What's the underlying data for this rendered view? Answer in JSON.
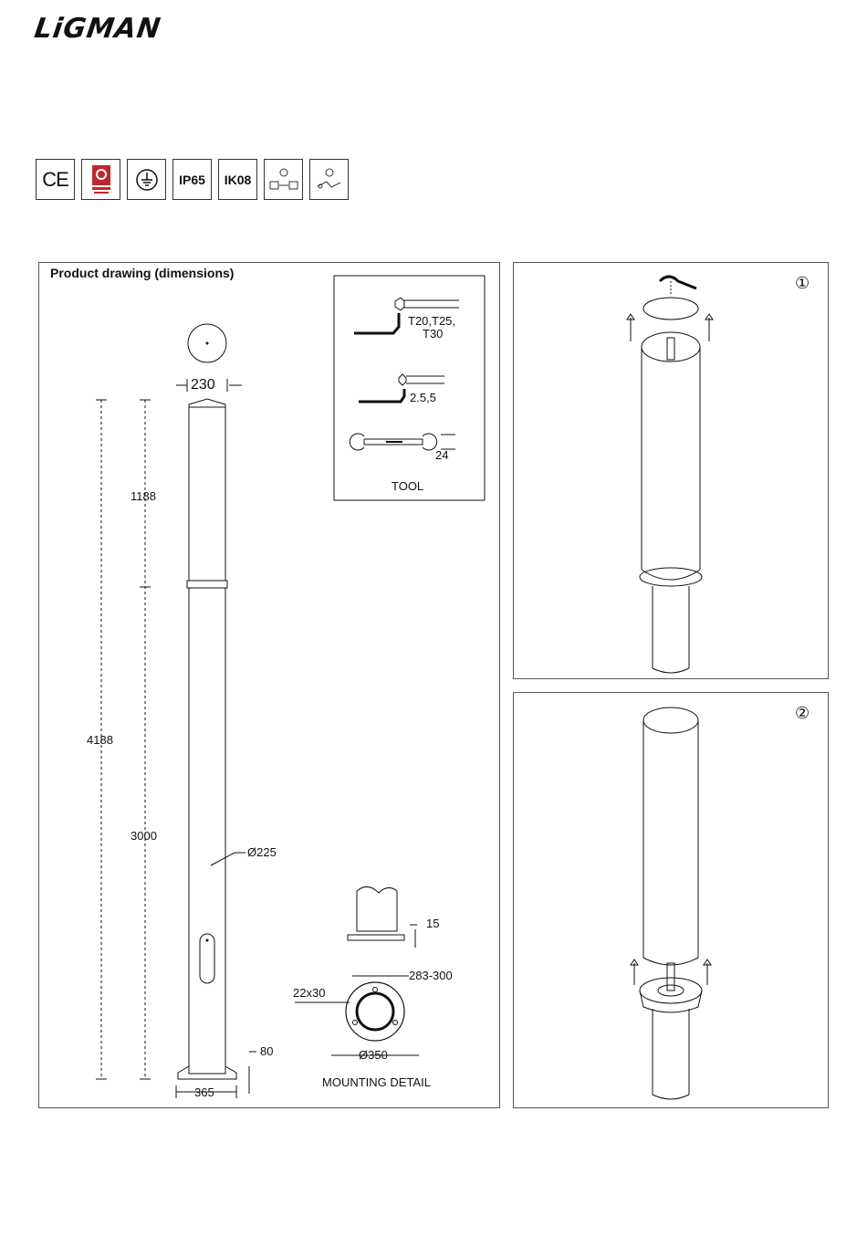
{
  "header": {
    "brand": "LiGMAN"
  },
  "certifications": [
    {
      "name": "ce-mark",
      "label": "CE"
    },
    {
      "name": "quality-mark",
      "label": ""
    },
    {
      "name": "earth-ground",
      "label": ""
    },
    {
      "name": "ip-rating",
      "label": "IP65"
    },
    {
      "name": "ik-rating",
      "label": "IK08"
    },
    {
      "name": "adjustable-1",
      "label": ""
    },
    {
      "name": "adjustable-2",
      "label": ""
    }
  ],
  "drawing": {
    "title": "Product drawing (dimensions)",
    "dims": {
      "top_width": "230",
      "upper_height": "1188",
      "lower_height": "3000",
      "total_height": "4188",
      "diameter": "Ø225",
      "base_width": "365",
      "base_height": "80"
    },
    "tool": {
      "label": "TOOL",
      "torx": "T20,T25,",
      "torx2": "T30",
      "hex": "2.5,5",
      "wrench": "24"
    },
    "mounting": {
      "label": "MOUNTING DETAIL",
      "plate_thickness": "15",
      "bolt_spacing": "283-300",
      "slot": "22x30",
      "plate_diameter": "Ø350"
    }
  },
  "steps": [
    {
      "number": "①"
    },
    {
      "number": "②"
    }
  ]
}
